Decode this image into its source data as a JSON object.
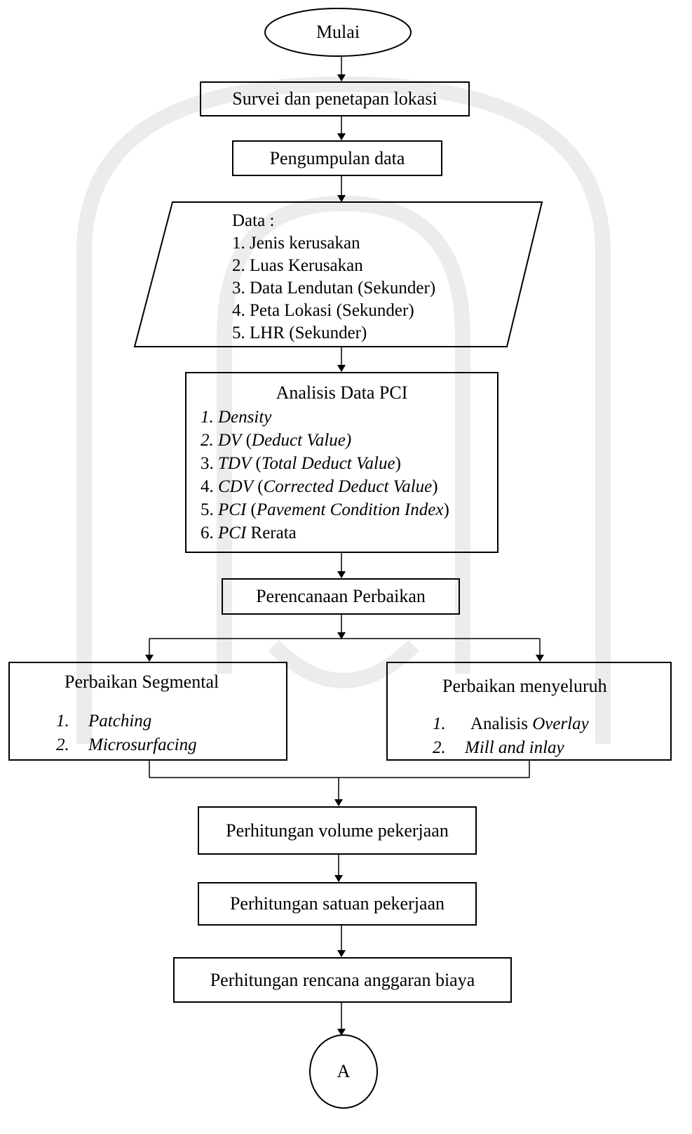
{
  "start": "Mulai",
  "survei": "Survei dan penetapan lokasi",
  "pengumpulan": "Pengumpulan data",
  "data_input": {
    "title": "Data :",
    "items": [
      "1. Jenis kerusakan",
      "2. Luas Kerusakan",
      "3. Data Lendutan (Sekunder)",
      "4. Peta Lokasi (Sekunder)",
      "5. LHR (Sekunder)"
    ]
  },
  "analisis": {
    "title": "Analisis Data PCI",
    "items": [
      {
        "num": "1. ",
        "a": "Density",
        "a_it": true,
        "b": "",
        "c": "",
        "c_it": false,
        "d": ""
      },
      {
        "num": "2. ",
        "a": "DV",
        "a_it": true,
        "b": " (",
        "c": "Deduct Value)",
        "c_it": true,
        "d": ""
      },
      {
        "num": "3. ",
        "a": "TDV",
        "a_it": true,
        "b": " (",
        "c": "Total Deduct Value",
        "c_it": true,
        "d": ")"
      },
      {
        "num": "4. ",
        "a": "CDV",
        "a_it": true,
        "b": " (",
        "c": "Corrected Deduct Value",
        "c_it": true,
        "d": ")"
      },
      {
        "num": "5. ",
        "a": "PCI",
        "a_it": true,
        "b": " (",
        "c": "Pavement Condition Index",
        "c_it": true,
        "d": ")"
      },
      {
        "num": "6. ",
        "a": "PCI",
        "a_it": true,
        "b": " Rerata",
        "c": "",
        "c_it": false,
        "d": ""
      }
    ]
  },
  "perencanaan": "Perencanaan Perbaikan",
  "segmental": {
    "title": "Perbaikan Segmental",
    "items": [
      {
        "num": "1.",
        "text": "Patching"
      },
      {
        "num": "2.",
        "text": "Microsurfacing"
      }
    ]
  },
  "menyeluruh": {
    "title": "Perbaikan menyeluruh",
    "items": [
      {
        "num": "1.",
        "plain": "Analisis ",
        "italic": "Overlay"
      },
      {
        "num": "2.",
        "plain": "",
        "italic": "Mill and inlay"
      }
    ]
  },
  "volume": "Perhitungan volume pekerjaan",
  "satuan": "Perhitungan satuan pekerjaan",
  "rab": "Perhitungan rencana anggaran biaya",
  "connector": "A",
  "colors": {
    "line": "#000000",
    "watermark": "#ececec"
  }
}
